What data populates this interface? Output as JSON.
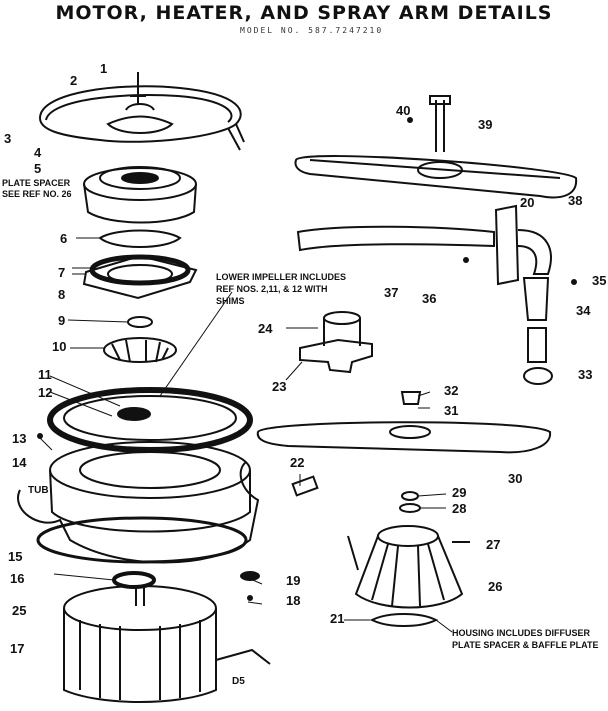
{
  "title": "MOTOR, HEATER, AND SPRAY ARM DETAILS",
  "model": "MODEL NO. 587.7247210",
  "notes": {
    "plate_spacer": "PLATE SPACER",
    "see_ref": "SEE REF NO. 26",
    "lower_impeller_1": "LOWER IMPELLER INCLUDES",
    "lower_impeller_2": "REF NOS. 2,11, & 12 WITH",
    "lower_impeller_3": "SHIMS",
    "tub": "TUB",
    "housing_1": "HOUSING INCLUDES DIFFUSER",
    "housing_2": "PLATE SPACER & BAFFLE PLATE",
    "ds": "D5"
  },
  "parts": {
    "p1": "1",
    "p2": "2",
    "p3": "3",
    "p4": "4",
    "p5": "5",
    "p6": "6",
    "p7": "7",
    "p8": "8",
    "p9": "9",
    "p10": "10",
    "p11": "11",
    "p12": "12",
    "p13": "13",
    "p14": "14",
    "p15": "15",
    "p16": "16",
    "p17": "17",
    "p18": "18",
    "p19": "19",
    "p20": "20",
    "p21": "21",
    "p22": "22",
    "p23": "23",
    "p24": "24",
    "p25": "25",
    "p26": "26",
    "p27": "27",
    "p28": "28",
    "p29": "29",
    "p30": "30",
    "p31": "31",
    "p32": "32",
    "p33": "33",
    "p34": "34",
    "p35": "35",
    "p36": "36",
    "p37": "37",
    "p38": "38",
    "p39": "39",
    "p40": "40"
  }
}
